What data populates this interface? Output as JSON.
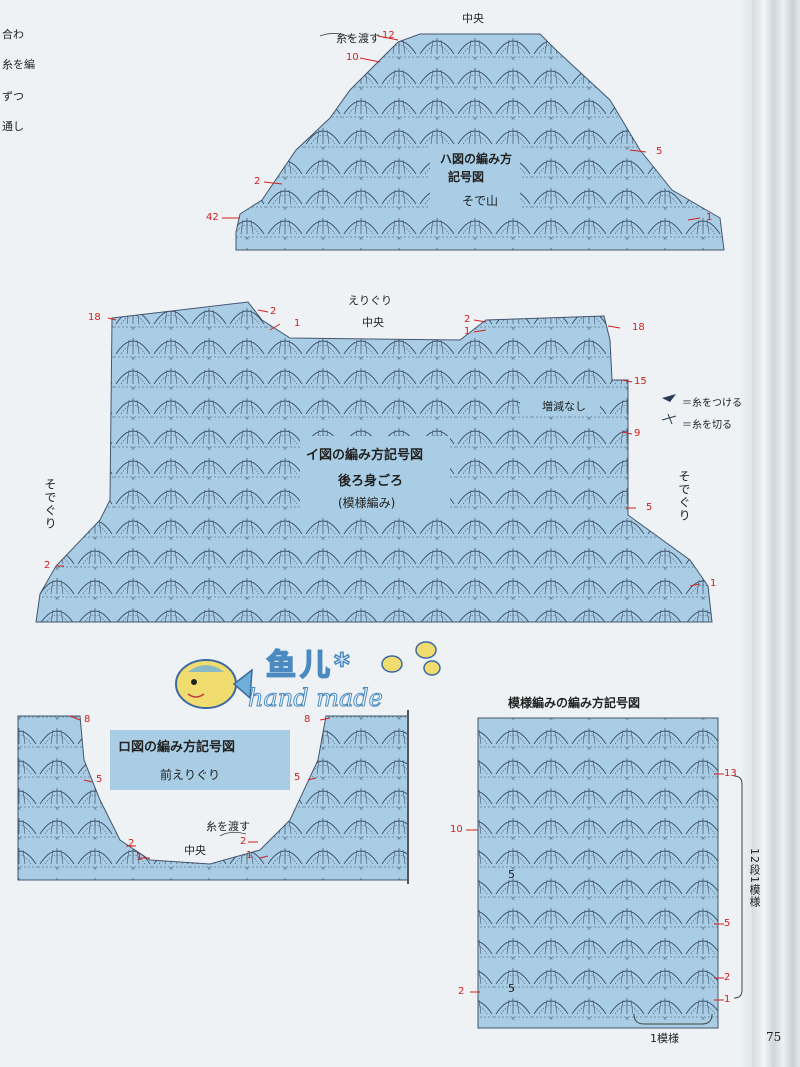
{
  "margin_text": [
    "合わ",
    "糸を編",
    "ずつ",
    "通し"
  ],
  "page_number": "75",
  "legend": {
    "attach": "＝糸をつける",
    "cut": "＝糸を切る"
  },
  "diagram_ha": {
    "title_line1": "ハ図の編み方",
    "title_line2": "記号図",
    "subtitle": "そで山",
    "center": "中央",
    "carry": "糸を渡す",
    "rows": [
      "12",
      "10",
      "5",
      "2",
      "42",
      "1"
    ]
  },
  "diagram_i": {
    "title": "イ図の編み方記号図",
    "part": "後ろ身ごろ",
    "pattern": "(模様編み)",
    "neck": "えりぐり",
    "center": "中央",
    "no_change": "増減なし",
    "armhole": "そでぐり",
    "rows_left": [
      "18",
      "2",
      "1"
    ],
    "rows_right": [
      "2",
      "1",
      "18",
      "15",
      "9",
      "5",
      "1"
    ],
    "row_left_2": "2"
  },
  "diagram_ro": {
    "title": "ロ図の編み方記号図",
    "part": "前えりぐり",
    "carry": "糸を渡す",
    "center": "中央",
    "rows": [
      "8",
      "5",
      "2",
      "1",
      "8",
      "5",
      "2",
      "1"
    ]
  },
  "diagram_pattern": {
    "title": "模様編みの編み方記号図",
    "repeat_label": "12段1模様",
    "width_label": "1模様",
    "rows": [
      "13",
      "10",
      "5",
      "2",
      "1"
    ],
    "inner_labels": [
      "5",
      "5"
    ]
  },
  "watermark": {
    "brand_cn": "鱼儿*",
    "brand_en": "hand made"
  },
  "colors": {
    "panel": "#a9cde4",
    "stitch": "#2a3a55",
    "row_number": "#d02020"
  }
}
